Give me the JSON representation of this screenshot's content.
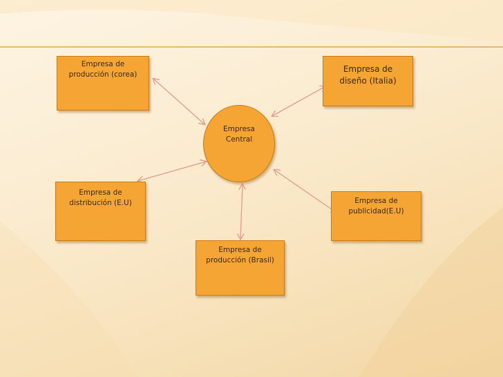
{
  "nodes": {
    "central": {
      "line1": "Empresa",
      "line2": "Central"
    },
    "produccion_corea": {
      "line1": "Empresa  de",
      "line2": "producción (corea)"
    },
    "diseno_italia": {
      "line1": "Empresa  de",
      "line2": "diseño (Italia)"
    },
    "distribucion_eu": {
      "line1": "Empresa  de",
      "line2": "distribución (E.U)"
    },
    "produccion_brasil": {
      "line1": "Empresa  de",
      "line2": "producción (Brasil)"
    },
    "publicidad_eu": {
      "line1": "Empresa  de",
      "line2": "publicidad(E.U)"
    }
  },
  "colors": {
    "node_fill": "#f4a533",
    "node_border": "#c97a14",
    "arrow": "#e59a8a"
  }
}
